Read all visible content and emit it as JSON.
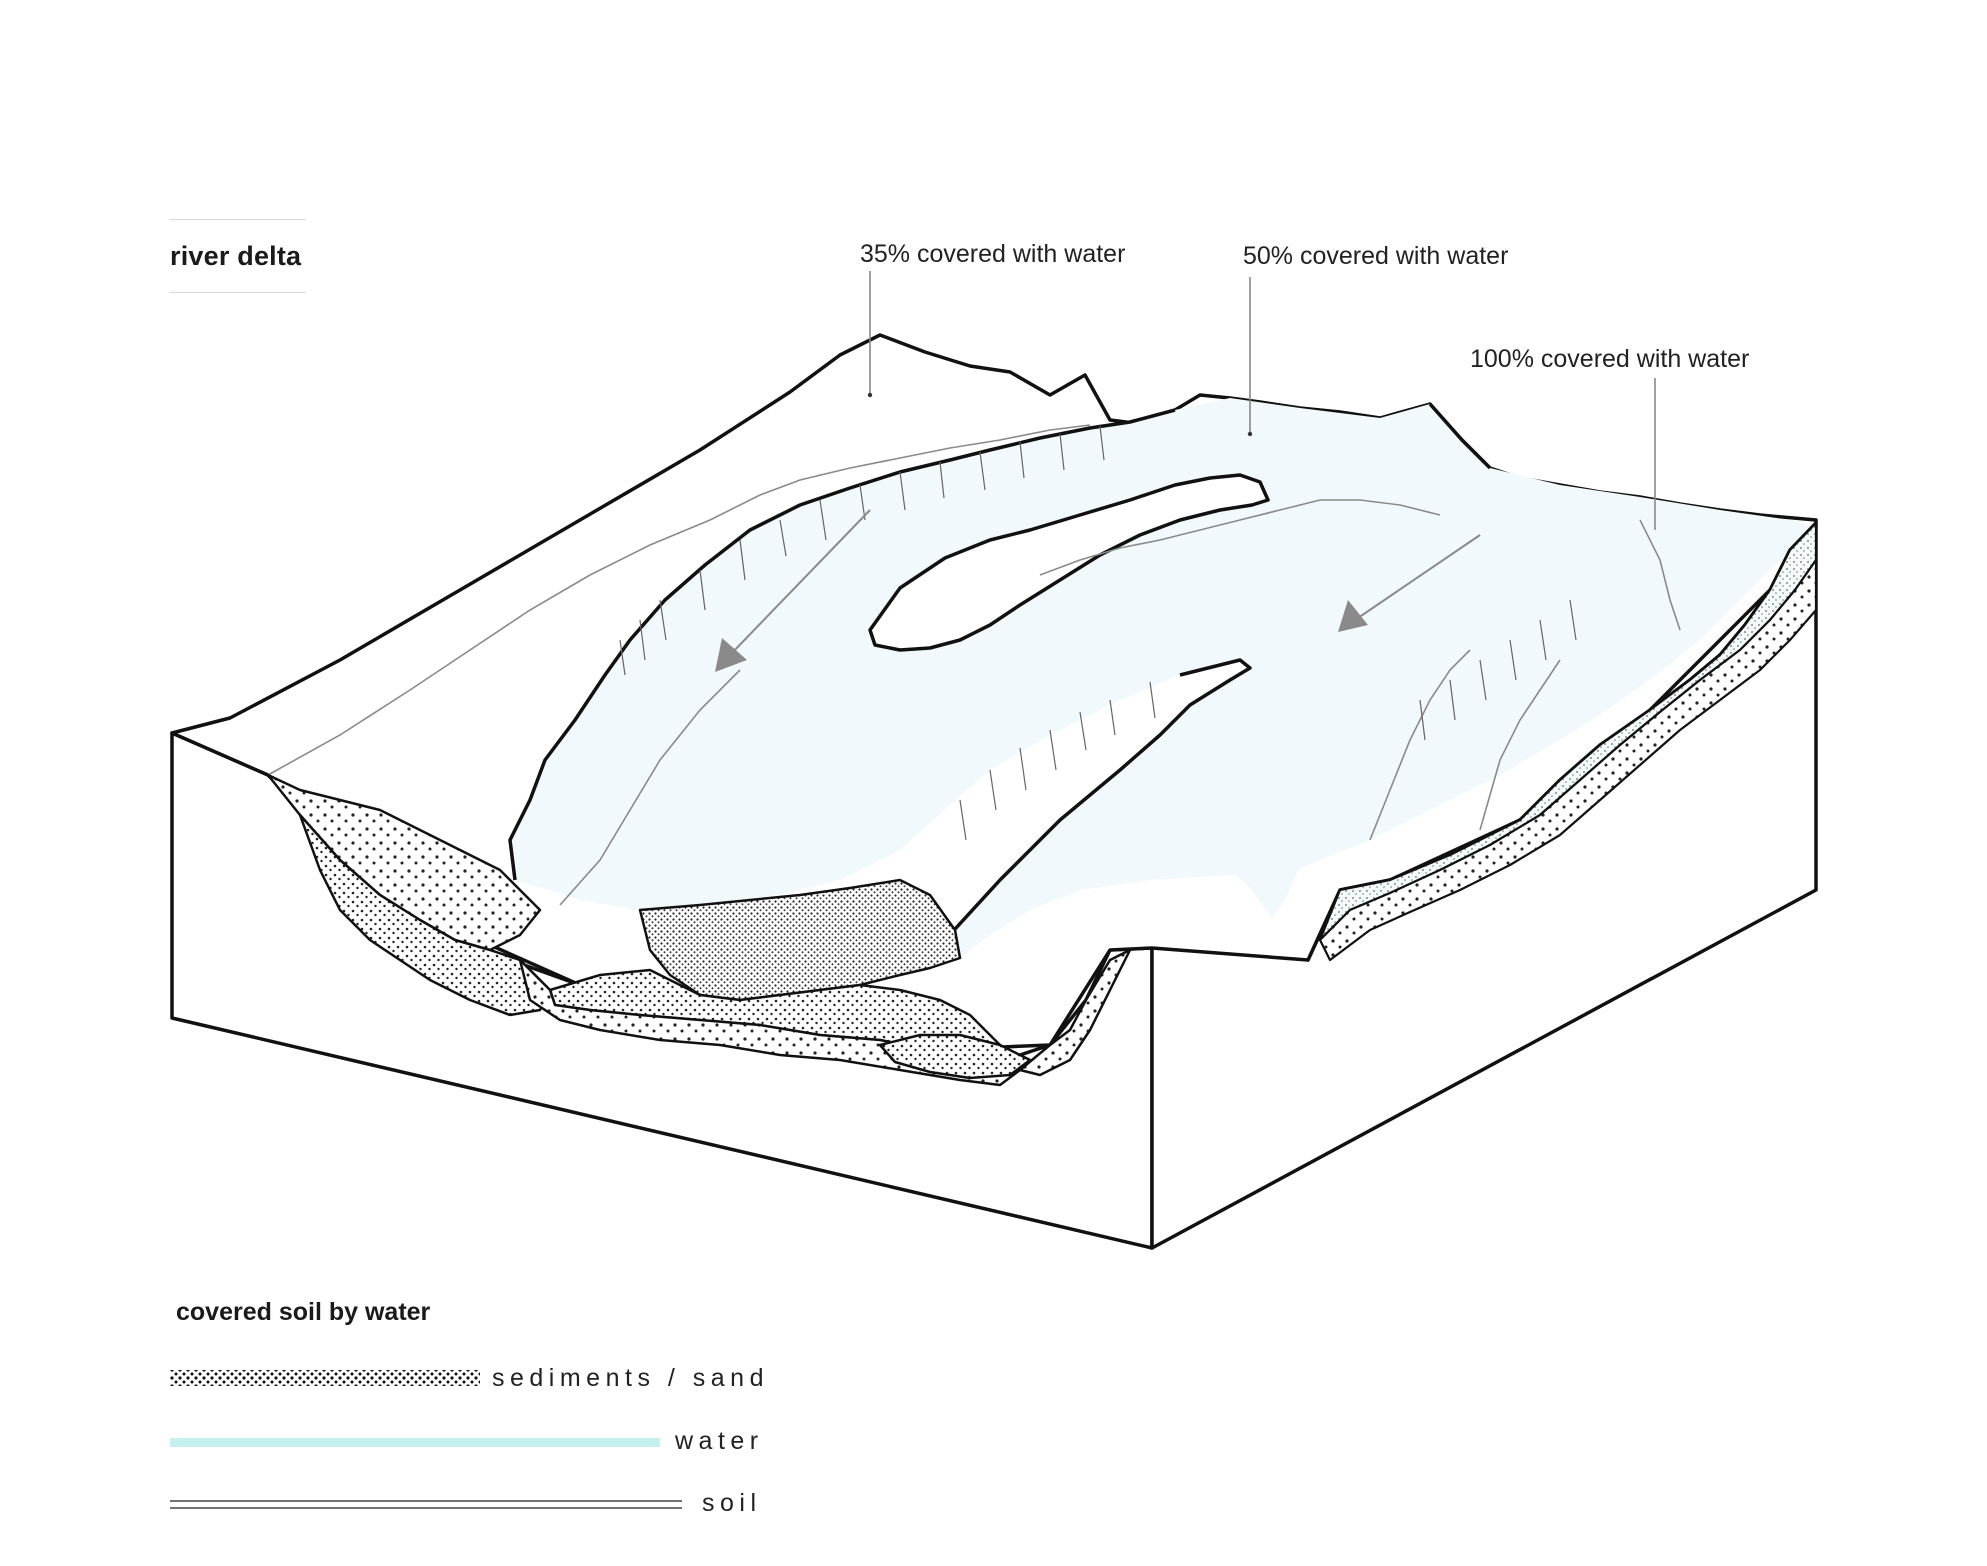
{
  "title": "river delta",
  "callouts": [
    {
      "text": "35% covered with water"
    },
    {
      "text": "50% covered with water"
    },
    {
      "text": "100% covered with water"
    }
  ],
  "legend": {
    "title": "covered soil by water",
    "items": [
      {
        "label": "sediments / sand",
        "icon": "dotted-line-icon"
      },
      {
        "label": "water",
        "icon": "cyan-line-icon",
        "color": "#c6f0f0"
      },
      {
        "label": "soil",
        "icon": "double-line-icon"
      }
    ]
  },
  "colors": {
    "water": "#f1f9fc",
    "water_legend": "#c6f0f0",
    "outline": "#111111",
    "arrow": "#8a8a8a"
  }
}
